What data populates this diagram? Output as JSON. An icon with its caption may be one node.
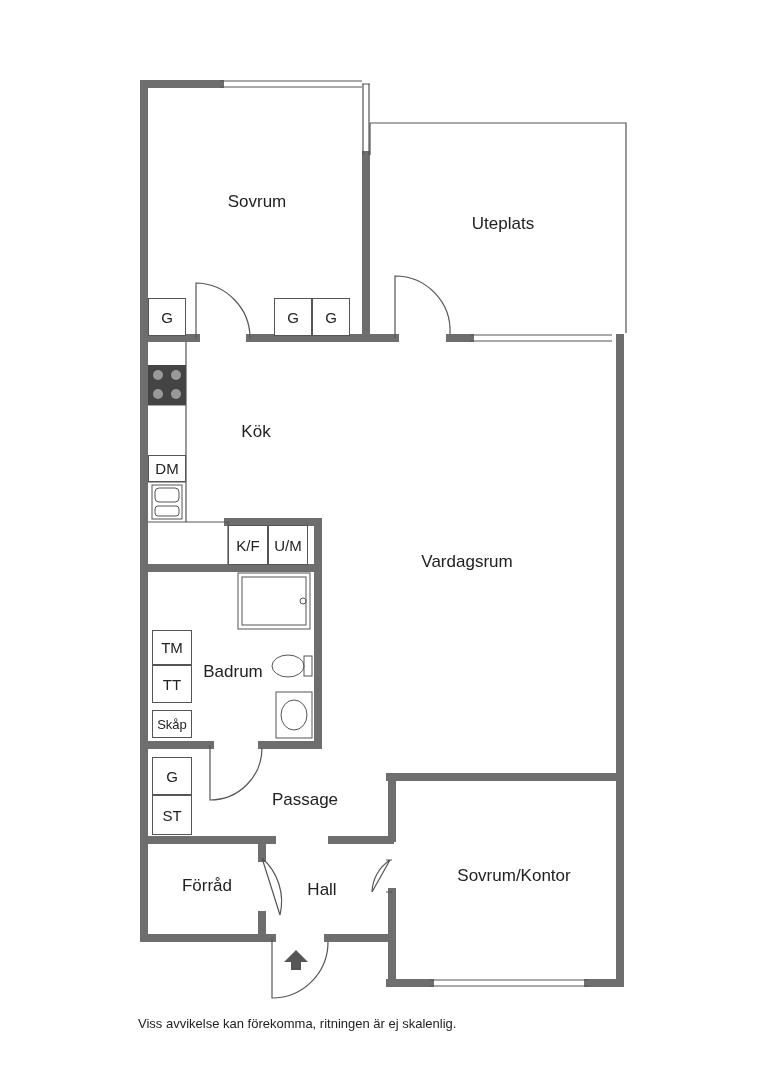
{
  "diagram": {
    "caption": "Viss avvikelse kan förekomma, ritningen är ej skalenlig.",
    "nodes": [
      {
        "text": [
          "Sovrum"
        ]
      },
      {
        "text": [
          "G"
        ],
        "in": 0
      },
      {
        "text": [
          "G"
        ],
        "in": 0
      },
      {
        "text": [
          "G"
        ],
        "in": 0
      },
      {
        "text": [
          "Uteplats"
        ]
      },
      {
        "text": [
          "Kök"
        ]
      },
      {
        "text": [
          "DM"
        ],
        "in": 5
      },
      {
        "text": [
          "K/F"
        ],
        "in": 5
      },
      {
        "text": [
          "U/M"
        ],
        "in": 5
      },
      {
        "text": [
          "Vardagsrum"
        ]
      },
      {
        "text": [
          "Badrum"
        ]
      },
      {
        "text": [
          "TM"
        ],
        "in": 10
      },
      {
        "text": [
          "TT"
        ],
        "in": 10
      },
      {
        "text": [
          "Skåp"
        ],
        "in": 10
      },
      {
        "text": [
          "Passage"
        ]
      },
      {
        "text": [
          "G"
        ],
        "in": 14
      },
      {
        "text": [
          "ST"
        ],
        "in": 14
      },
      {
        "text": [
          "Förråd"
        ]
      },
      {
        "text": [
          "Hall"
        ]
      },
      {
        "text": [
          "Sovrum/Kontor"
        ]
      }
    ],
    "edges": []
  }
}
